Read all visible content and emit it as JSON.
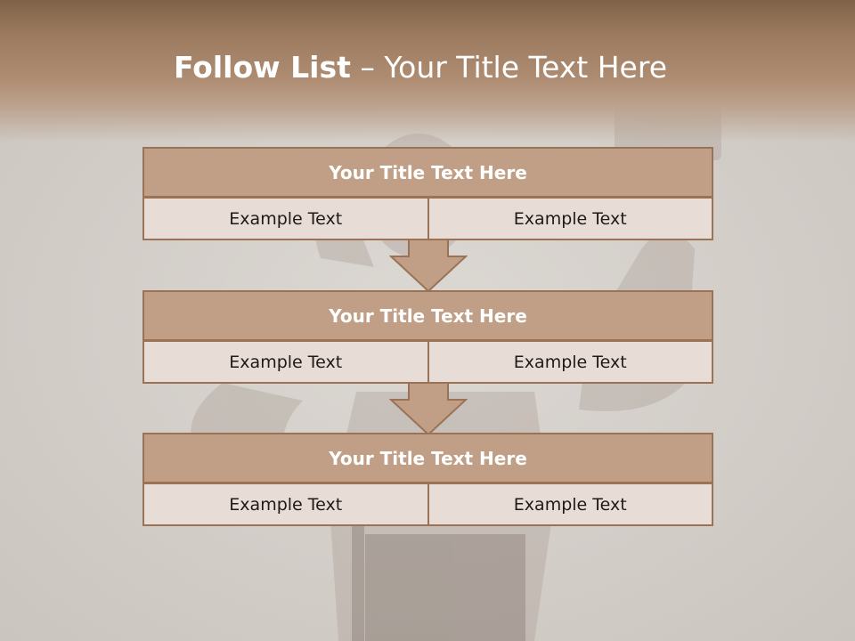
{
  "slide": {
    "title_bold": "Follow List",
    "title_separator": " – ",
    "title_rest": "Your Title Text Here"
  },
  "blocks": [
    {
      "title": "Your Title Text Here",
      "left": "Example Text",
      "right": "Example Text"
    },
    {
      "title": "Your Title Text Here",
      "left": "Example Text",
      "right": "Example Text"
    },
    {
      "title": "Your Title Text Here",
      "left": "Example Text",
      "right": "Example Text"
    }
  ],
  "colors": {
    "header_brown": "#a88670",
    "title_box": "#c09f86",
    "border": "#9a7356",
    "cell_fill": "#e8dcd7",
    "arrow_fill": "#c09f86"
  }
}
